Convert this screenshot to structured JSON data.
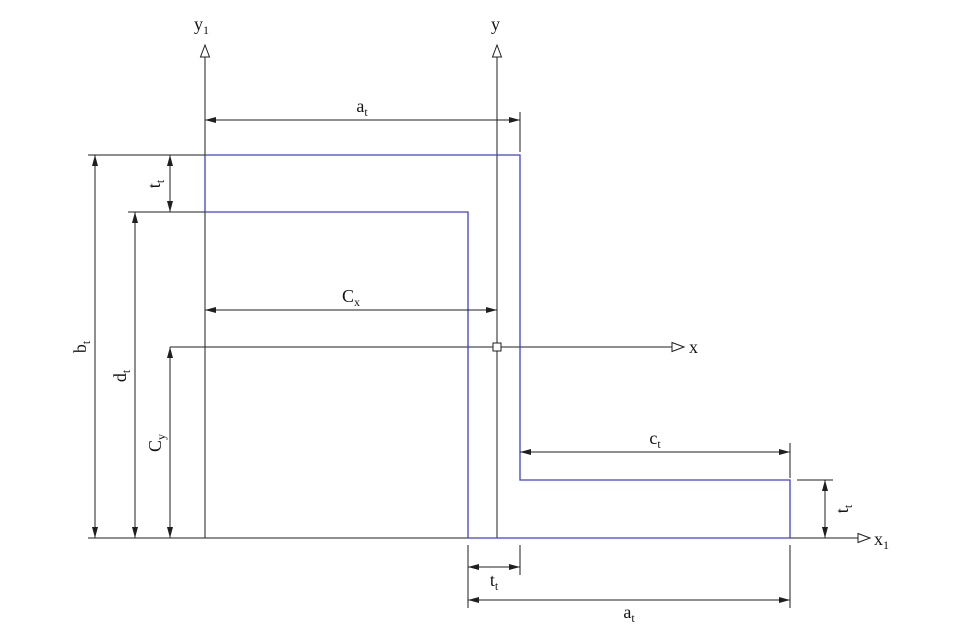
{
  "colors": {
    "shape": "#4040cc",
    "lines": "#1f1f1f",
    "text": "#141414"
  },
  "axes": {
    "y1": {
      "base": "y",
      "sub": "1"
    },
    "y": {
      "base": "y",
      "sub": ""
    },
    "x": {
      "base": "x",
      "sub": ""
    },
    "x1": {
      "base": "x",
      "sub": "1"
    }
  },
  "dimensions": {
    "a_top": {
      "base": "a",
      "sub": "t"
    },
    "t_top_left": {
      "base": "t",
      "sub": "t"
    },
    "b_left": {
      "base": "b",
      "sub": "t"
    },
    "d_left": {
      "base": "d",
      "sub": "t"
    },
    "c_x": {
      "base": "C",
      "sub": "x"
    },
    "c_y": {
      "base": "C",
      "sub": "y"
    },
    "c_flange": {
      "base": "c",
      "sub": "t"
    },
    "t_right": {
      "base": "t",
      "sub": "t"
    },
    "t_bottom": {
      "base": "t",
      "sub": "t"
    },
    "a_bottom": {
      "base": "a",
      "sub": "t"
    }
  }
}
